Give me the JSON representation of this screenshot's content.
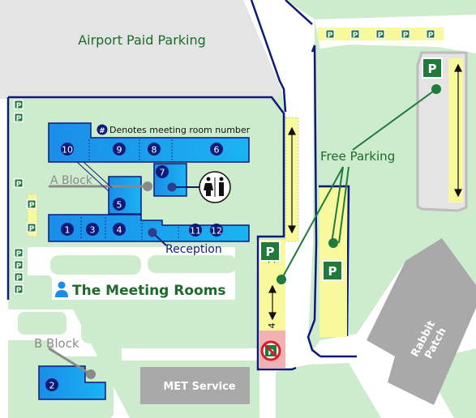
{
  "labels": {
    "airport_paid_parking": "Airport Paid Parking",
    "legend": "Denotes meeting room number",
    "legend_symbol": "#",
    "a_block": "A Block",
    "reception": "Reception",
    "free_parking": "Free Parking",
    "meeting_rooms": "The Meeting Rooms",
    "b_block": "B Block",
    "met_service": "MET Service",
    "rabbit_patch": [
      "Rabbit",
      "Patch"
    ],
    "parking_symbol": "P"
  },
  "rooms": [
    "10",
    "9",
    "8",
    "6",
    "7",
    "5",
    "1",
    "3",
    "4",
    "11",
    "12",
    "2"
  ],
  "bay_numbers": {
    "first": "1",
    "last": "4"
  },
  "colors": {
    "grass": "#cdeccd",
    "paved": "#e4e4e4",
    "building": "#1a8de8",
    "outline": "#0d1a7a",
    "parking_yellow": "#f8f89c",
    "parking_green": "#1f7a3c",
    "label_green": "#1d6b2a",
    "no_parking": "#f4b1b1"
  },
  "icons": [
    "parking-sign-icon",
    "restroom-icon",
    "person-icon",
    "no-parking-icon",
    "arrow-icon"
  ]
}
